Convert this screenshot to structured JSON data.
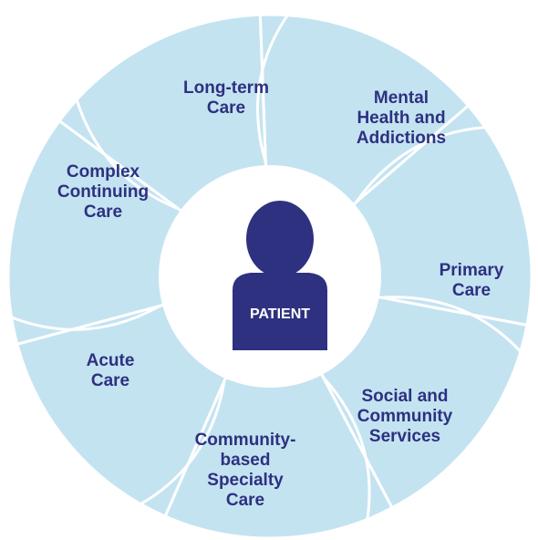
{
  "colors": {
    "segment_fill": "#c4e3f1",
    "segment_stroke": "#ffffff",
    "label_text": "#2d3180",
    "center_fill": "#ffffff",
    "patient_icon": "#2d3180",
    "patient_text": "#ffffff"
  },
  "center": {
    "label": "PATIENT",
    "icon": "person-icon"
  },
  "segments": [
    {
      "lines": [
        "Long-term",
        "Care"
      ]
    },
    {
      "lines": [
        "Mental",
        "Health and",
        "Addictions"
      ]
    },
    {
      "lines": [
        "Primary",
        "Care"
      ]
    },
    {
      "lines": [
        "Social and",
        "Community",
        "Services"
      ]
    },
    {
      "lines": [
        "Community-",
        "based",
        "Specialty",
        "Care"
      ]
    },
    {
      "lines": [
        "Acute",
        "Care"
      ]
    },
    {
      "lines": [
        "Complex",
        "Continuing",
        "Care"
      ]
    }
  ]
}
